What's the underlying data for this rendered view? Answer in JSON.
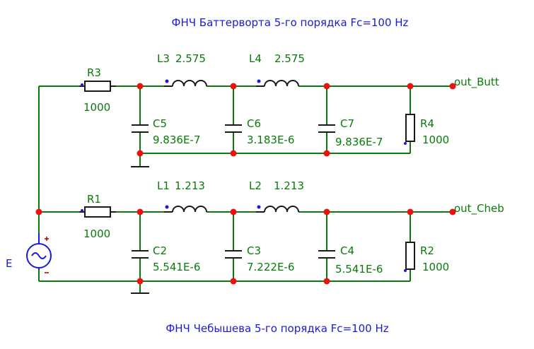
{
  "titles": {
    "butterworth": "ФНЧ Баттерворта 5-го порядка Fc=100 Hz",
    "chebyshev": "ФНЧ Чебышева 5-го порядка Fc=100 Hz"
  },
  "source": {
    "name": "E",
    "plus": "+",
    "minus": "-"
  },
  "outputs": {
    "butt": "out_Butt",
    "cheb": "out_Cheb"
  },
  "butterworth": {
    "r3": {
      "name": "R3",
      "value": "1000"
    },
    "l3": {
      "name": "L3",
      "value": "2.575"
    },
    "l4": {
      "name": "L4",
      "value": "2.575"
    },
    "c5": {
      "name": "C5",
      "value": "9.836E-7"
    },
    "c6": {
      "name": "C6",
      "value": "3.183E-6"
    },
    "c7": {
      "name": "C7",
      "value": "9.836E-7"
    },
    "r4": {
      "name": "R4",
      "value": "1000"
    }
  },
  "chebyshev": {
    "r1": {
      "name": "R1",
      "value": "1000"
    },
    "l1": {
      "name": "L1",
      "value": "1.213"
    },
    "l2": {
      "name": "L2",
      "value": "1.213"
    },
    "c2": {
      "name": "C2",
      "value": "5.541E-6"
    },
    "c3": {
      "name": "C3",
      "value": "7.222E-6"
    },
    "c4": {
      "name": "C4",
      "value": "5.541E-6"
    },
    "r2": {
      "name": "R2",
      "value": "1000"
    }
  }
}
